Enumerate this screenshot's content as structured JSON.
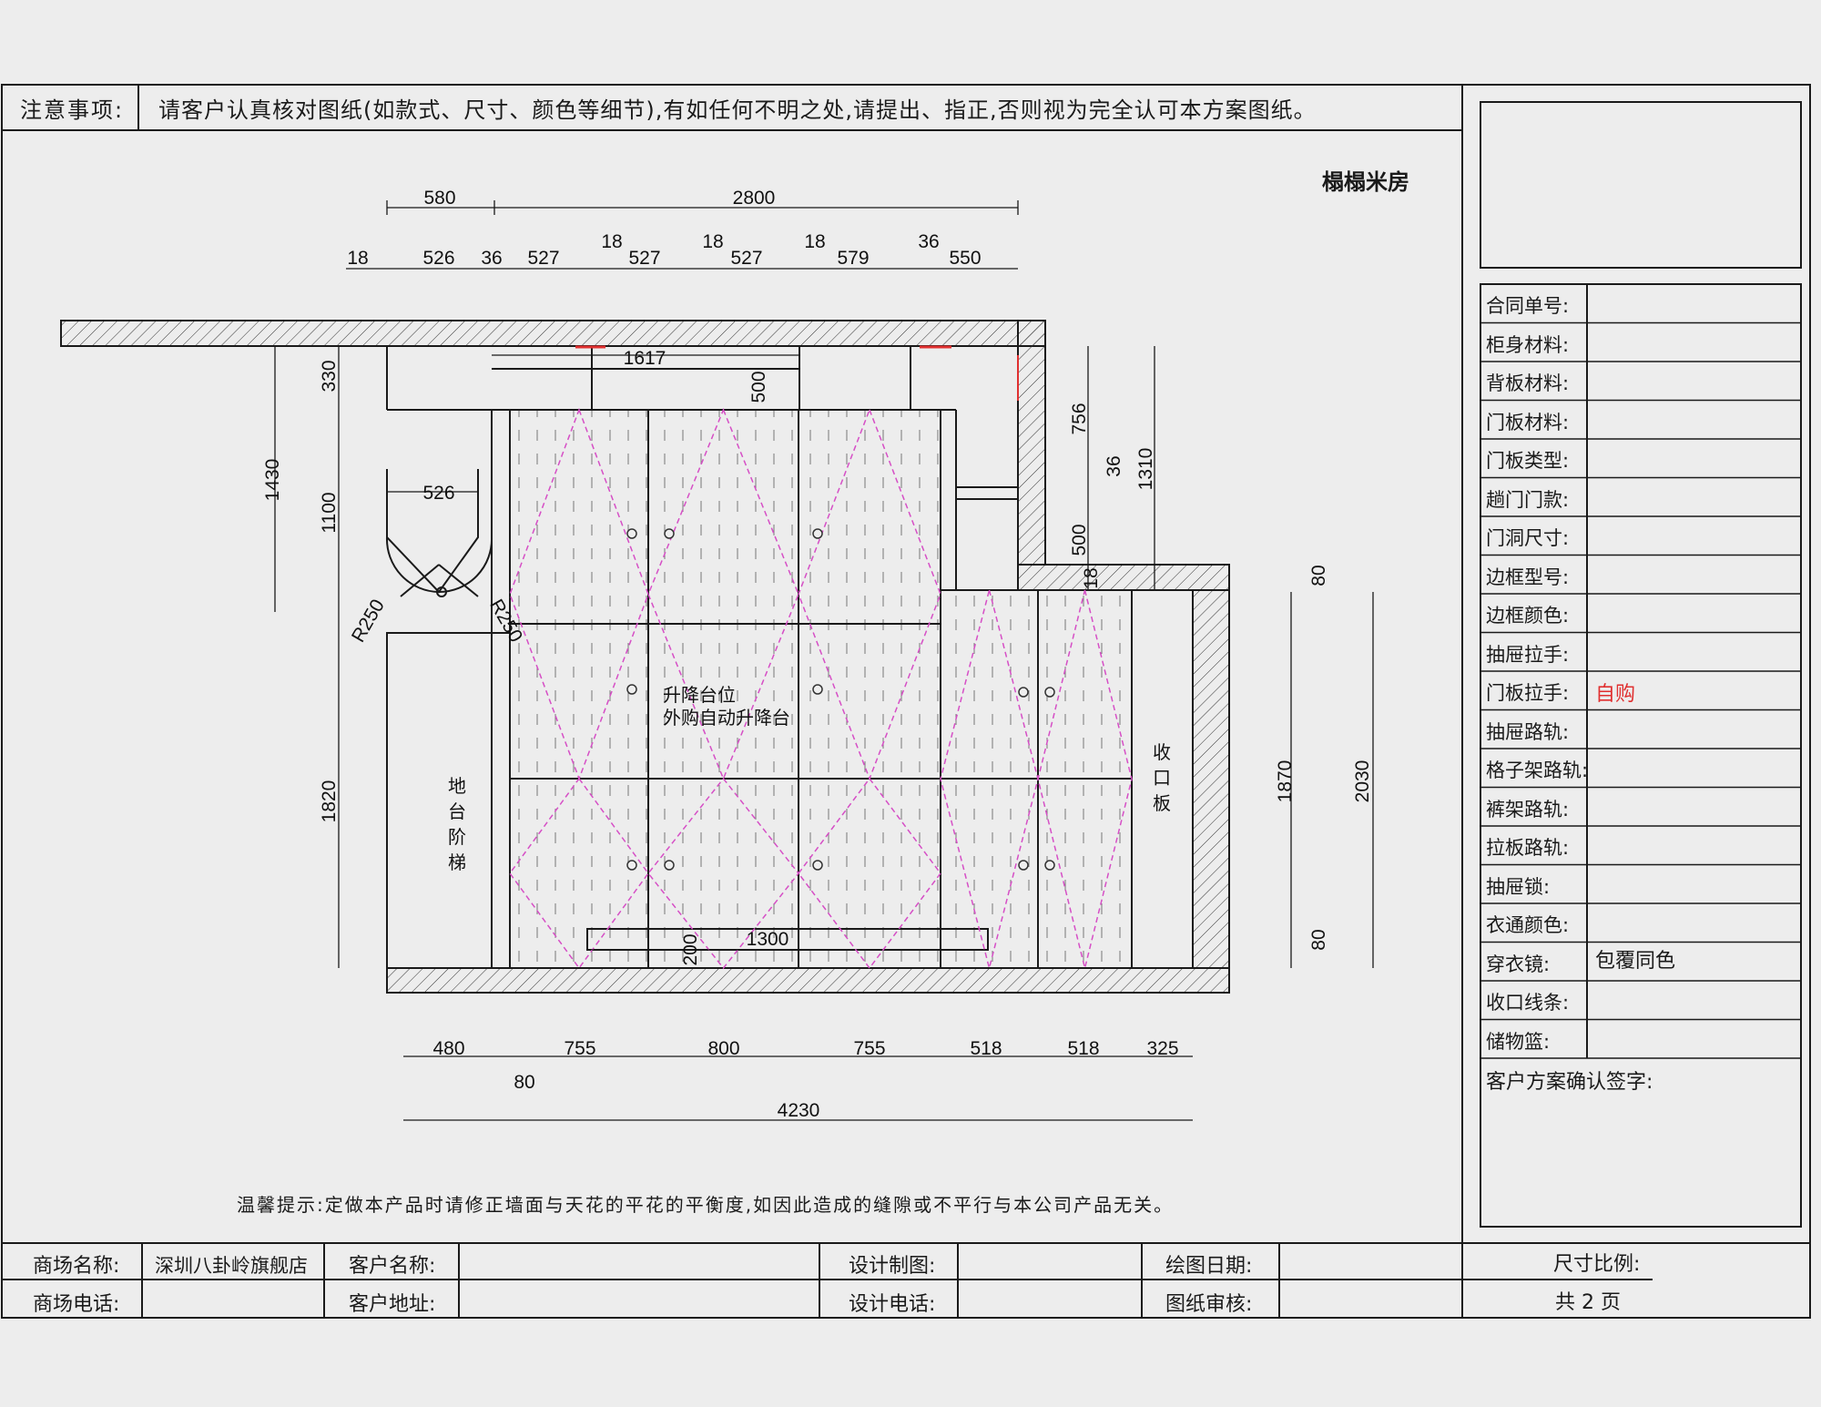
{
  "header": {
    "note_label": "注意事项:",
    "note_text": "请客户认真核对图纸(如款式、尺寸、颜色等细节),有如任何不明之处,请提出、指正,否则视为完全认可本方案图纸。"
  },
  "room_title": "榻榻米房",
  "drawing": {
    "dims_top_outer": [
      "580",
      "2800"
    ],
    "dims_top_inner": [
      "18",
      "526",
      "36",
      "527",
      "18",
      "527",
      "18",
      "527",
      "18",
      "579",
      "36",
      "550"
    ],
    "dims_left": [
      "330",
      "1430",
      "1100",
      "526",
      "1820"
    ],
    "dims_inner": [
      "1617",
      "500",
      "1300",
      "200"
    ],
    "dims_right": [
      "756",
      "36",
      "1310",
      "500",
      "18",
      "80",
      "1870",
      "2030",
      "80"
    ],
    "dims_radius": [
      "R250",
      "R250"
    ],
    "dims_bottom": [
      "480",
      "755",
      "800",
      "755",
      "518",
      "518",
      "325"
    ],
    "dim_bottom_80": "80",
    "dim_total": "4230",
    "labels": {
      "lift_title": "升降台位",
      "lift_sub": "外购自动升降台",
      "stair": [
        "地",
        "台",
        "阶",
        "梯"
      ],
      "trim": [
        "收",
        "口",
        "板"
      ]
    },
    "colors": {
      "line": "#1a1a1a",
      "diag": "#d64fc6",
      "red": "#e03030"
    }
  },
  "specs": [
    {
      "label": "合同单号:",
      "value": ""
    },
    {
      "label": "柜身材料:",
      "value": ""
    },
    {
      "label": "背板材料:",
      "value": ""
    },
    {
      "label": "门板材料:",
      "value": ""
    },
    {
      "label": "门板类型:",
      "value": ""
    },
    {
      "label": "趟门门款:",
      "value": ""
    },
    {
      "label": "门洞尺寸:",
      "value": ""
    },
    {
      "label": "边框型号:",
      "value": ""
    },
    {
      "label": "边框颜色:",
      "value": ""
    },
    {
      "label": "抽屉拉手:",
      "value": ""
    },
    {
      "label": "门板拉手:",
      "value": "自购"
    },
    {
      "label": "抽屉路轨:",
      "value": ""
    },
    {
      "label": "格子架路轨:",
      "value": ""
    },
    {
      "label": "裤架路轨:",
      "value": ""
    },
    {
      "label": "拉板路轨:",
      "value": ""
    },
    {
      "label": "抽屉锁:",
      "value": ""
    },
    {
      "label": "衣通颜色:",
      "value": ""
    },
    {
      "label": "穿衣镜:",
      "value": "包覆同色"
    },
    {
      "label": "收口线条:",
      "value": ""
    },
    {
      "label": "储物篮:",
      "value": ""
    }
  ],
  "confirm_label": "客户方案确认签字:",
  "tip": "温馨提示:定做本产品时请修正墙面与天花的平花的平衡度,如因此造成的缝隙或不平行与本公司产品无关。",
  "footer": {
    "store_name_label": "商场名称:",
    "store_name": "深圳八卦岭旗舰店",
    "customer_name_label": "客户名称:",
    "design_label": "设计制图:",
    "draw_date_label": "绘图日期:",
    "scale_label": "尺寸比例:",
    "store_phone_label": "商场电话:",
    "customer_addr_label": "客户地址:",
    "design_phone_label": "设计电话:",
    "review_label": "图纸审核:",
    "pages": "共 2 页"
  }
}
